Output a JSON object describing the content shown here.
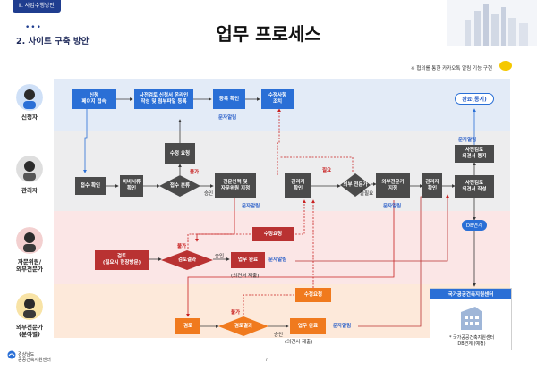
{
  "header": {
    "tab": "Ⅱ. 사업수행방안",
    "section": "2. 사이트 구축 방안",
    "title": "업무 프로세스",
    "note": "※ 협의를 통한 카카오톡 알림 기능 구현"
  },
  "actors": {
    "applicant": "신청자",
    "manager": "관리자",
    "committee": "자문위원/\n외부전문가",
    "external": "외부전문가\n(분야별)"
  },
  "lane1": {
    "apply": "신청\n페이지 접속",
    "apply_online": "사전검토 신청서 온라인\n작성 및 첨부파일 등록",
    "register_check": "등록 확인",
    "revise_apply": "수정사항\n조치",
    "done": "완료(통지)"
  },
  "lane2": {
    "receipt_check": "접수 확인",
    "missing_docs": "미비서류\n확인",
    "receipt_branch": "접수 분류",
    "revise_request": "수정 요청",
    "assign_expert": "전문인력 및\n자문위원 지정",
    "manager_check": "관리자\n확인",
    "external_review": "외부\n전문가",
    "assign_external": "외부전문가\n지정",
    "manager_check2": "관리자\n확인",
    "opinion_write": "사전검토\n의견서 작성",
    "opinion_notify": "사전검토\n의견서 통지"
  },
  "lane3": {
    "review": "검토\n(필요시 현장방문)",
    "review_result": "검토결과",
    "revise_request": "수정요청",
    "complete": "업무 완료",
    "opinion": "(의견서 제출)"
  },
  "lane4": {
    "review": "검토",
    "review_result": "검토결과",
    "revise_request": "수정요청",
    "complete": "업무 완료",
    "opinion": "(의견서 제출)"
  },
  "labels": {
    "sms": "문자알림",
    "reject": "불가",
    "approve": "승인",
    "needed": "필요",
    "not_needed": "불필요",
    "db_link": "DB연계"
  },
  "agency": {
    "title": "국가공공건축지원센터",
    "note": "* 국가공공건축지원센터\nDB연계 (예정)"
  },
  "footer": {
    "page": "7",
    "logo": "경상남도\n공공건축지원센터"
  }
}
